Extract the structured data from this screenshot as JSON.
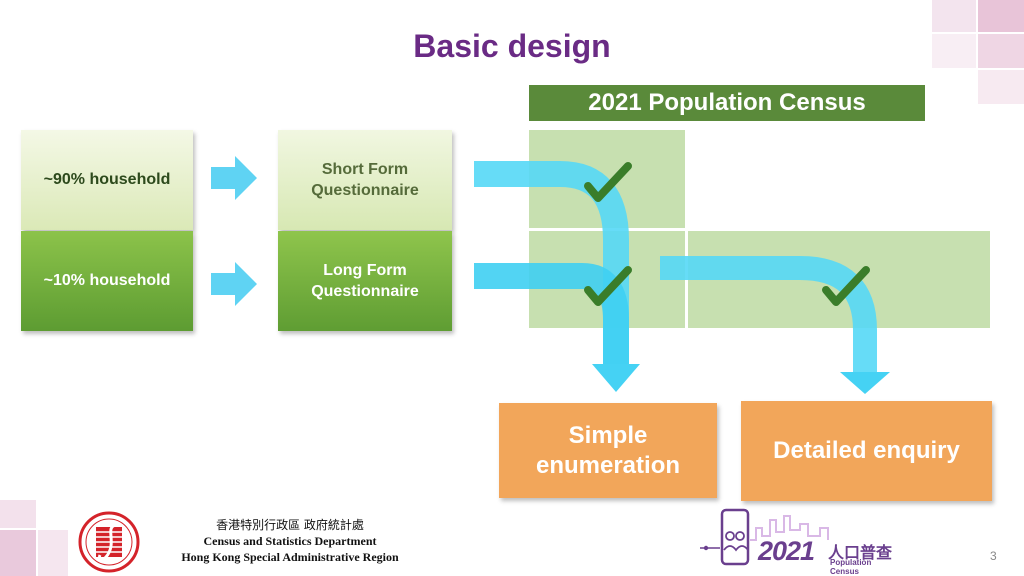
{
  "title": "Basic design",
  "census_banner": "2021 Population Census",
  "households": [
    {
      "label": "~90% household"
    },
    {
      "label": "~10% household"
    }
  ],
  "questionnaires": [
    {
      "line1": "Short Form",
      "line2": "Questionnaire"
    },
    {
      "line1": "Long Form",
      "line2": "Questionnaire"
    }
  ],
  "outcomes": {
    "simple_line1": "Simple",
    "simple_line2": "enumeration",
    "detailed": "Detailed enquiry"
  },
  "footer": {
    "chinese_name": "香港特別行政區 政府統計處",
    "dept": "Census and Statistics Department",
    "region": "Hong Kong Special Administrative Region",
    "logo_year": "2021",
    "logo_chinese": "人口普查",
    "logo_english": "Population Census"
  },
  "page_number": "3",
  "colors": {
    "title": "#6a2b85",
    "banner": "#5a8a3a",
    "arrow": "#4dd4f5",
    "outcome": "#f2a65a",
    "check": "#3a7d2a"
  },
  "icons": [
    "right-arrow-icon",
    "check-icon",
    "curved-arrow-icon",
    "department-logo-icon",
    "census-logo-icon"
  ]
}
